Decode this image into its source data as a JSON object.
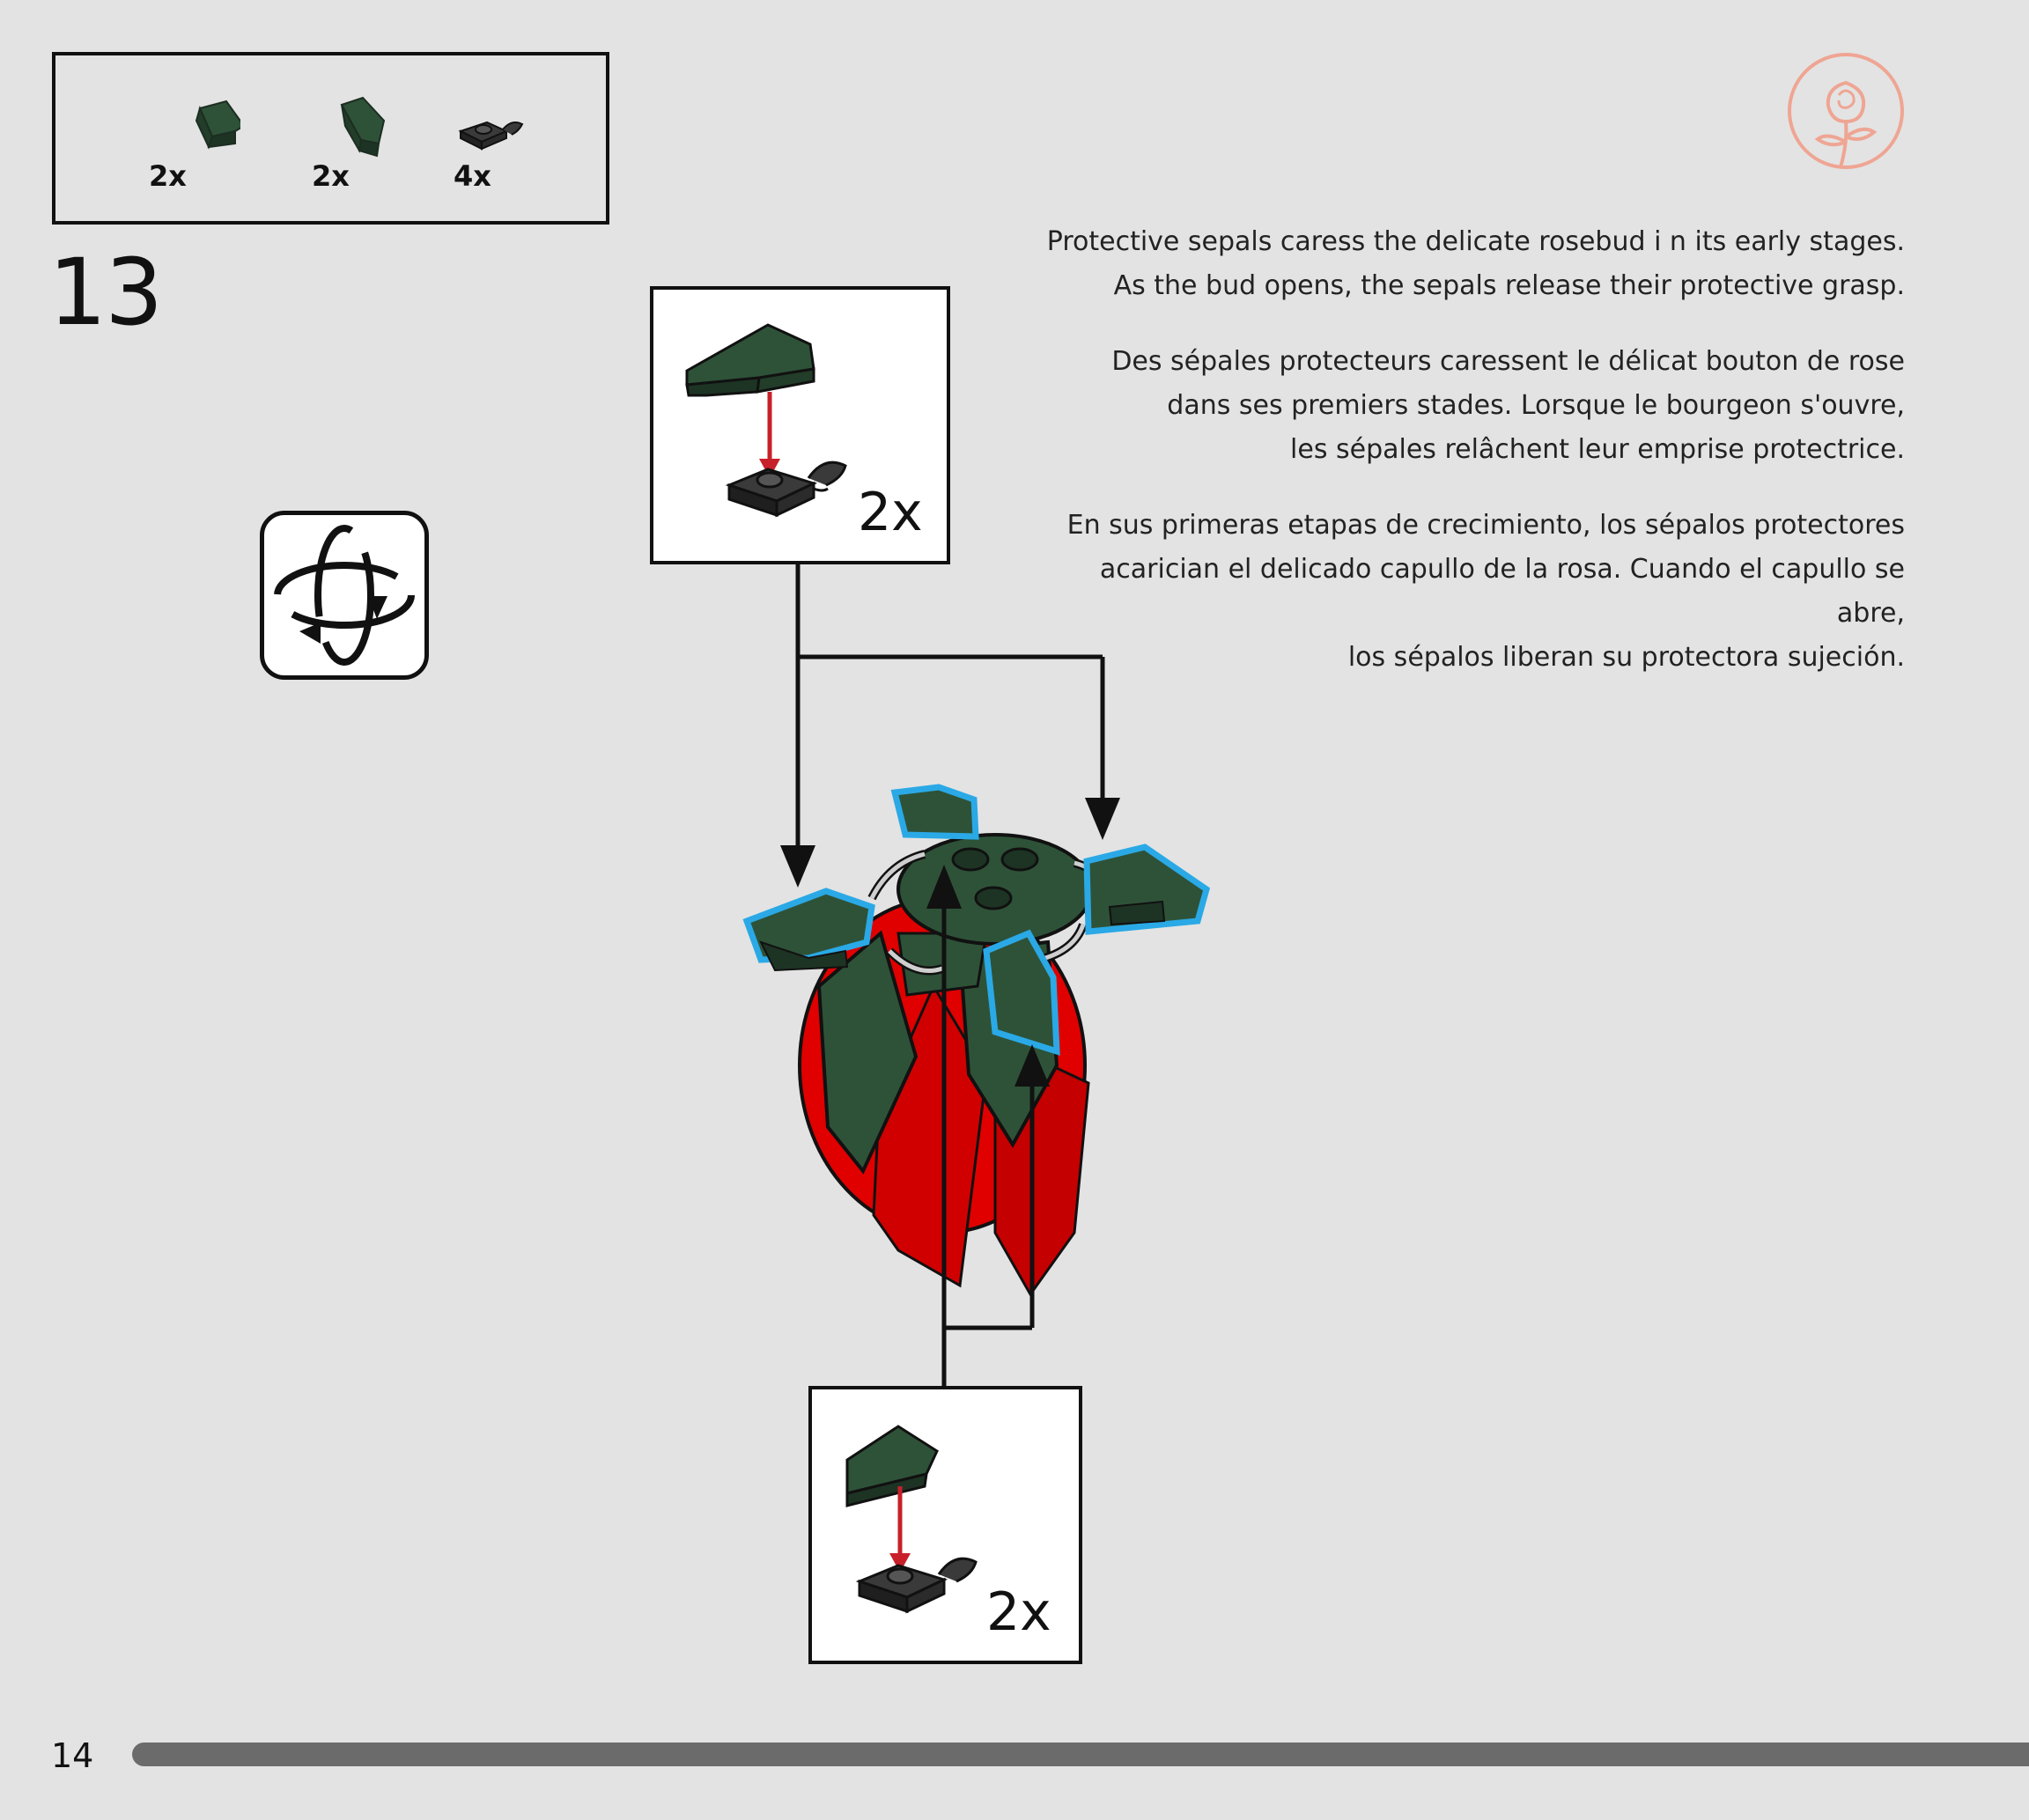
{
  "parts_list": {
    "items": [
      {
        "name": "dark-green-curved-slope",
        "quantity": "2x"
      },
      {
        "name": "dark-green-curved-slope-angled",
        "quantity": "2x"
      },
      {
        "name": "black-plate-with-clip",
        "quantity": "4x"
      }
    ]
  },
  "step": {
    "number": "13"
  },
  "description": {
    "english": "Protective sepals caress the delicate rosebud i n its early stages.\nAs the bud opens, the sepals release their protective grasp.",
    "french": "Des sépales protecteurs caressent le délicat bouton de rose\ndans ses premiers stades. Lorsque le bourgeon s'ouvre,\nles sépales relâchent leur emprise protectrice.",
    "spanish": "En sus primeras etapas de crecimiento, los sépalos protectores\nacarician el delicado capullo de la rosa. Cuando el capullo se abre,\nlos sépalos liberan su protectora sujeción."
  },
  "callouts": [
    {
      "multiplier": "2x"
    },
    {
      "multiplier": "2x"
    }
  ],
  "icons": {
    "rotate": "rotate-model-icon",
    "logo": "rose-icon"
  },
  "colors": {
    "dark_green": "#2e5238",
    "red": "#e00000",
    "highlight_blue": "#2aa9e6",
    "arrow_red": "#c8202a",
    "logo_salmon": "#efa593"
  },
  "footer": {
    "page_number": "14",
    "progress_percent": 100
  }
}
